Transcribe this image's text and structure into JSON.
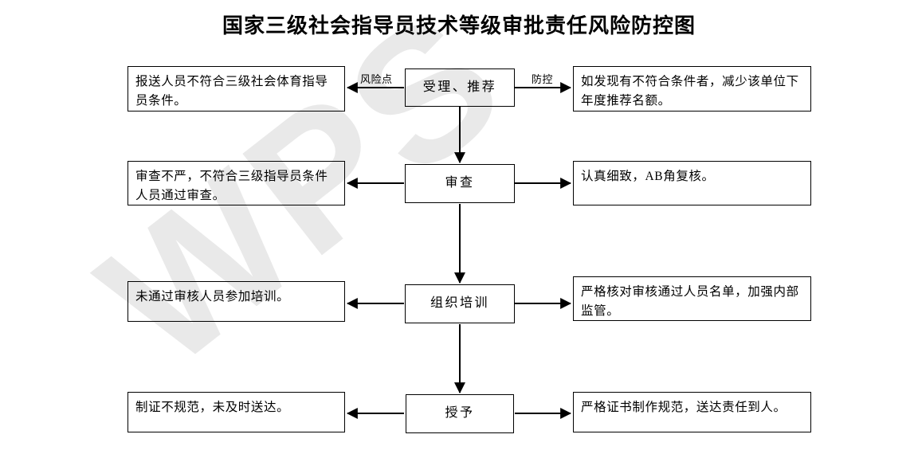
{
  "page": {
    "title": "国家三级社会指导员技术等级审批责任风险防控图",
    "background_color": "#ffffff",
    "line_color": "#000000",
    "watermark_text": "WPS",
    "watermark_color": "#e9e9e9"
  },
  "edge_labels": {
    "risk": "风险点",
    "control": "防控"
  },
  "rows": [
    {
      "risk": "报送人员不符合三级社会体育指导员条件。",
      "process": "受理、推荐",
      "control": "如发现有不符合条件者，减少该单位下年度推荐名额。"
    },
    {
      "risk": "审查不严，不符合三级指导员条件人员通过审查。",
      "process": "审查",
      "control": "认真细致，AB角复核。"
    },
    {
      "risk": "未通过审核人员参加培训。",
      "process": "组织培训",
      "control": "严格核对审核通过人员名单，加强内部监管。"
    },
    {
      "risk": "制证不规范，未及时送达。",
      "process": "授予",
      "control": "严格证书制作规范，送达责任到人。"
    }
  ]
}
